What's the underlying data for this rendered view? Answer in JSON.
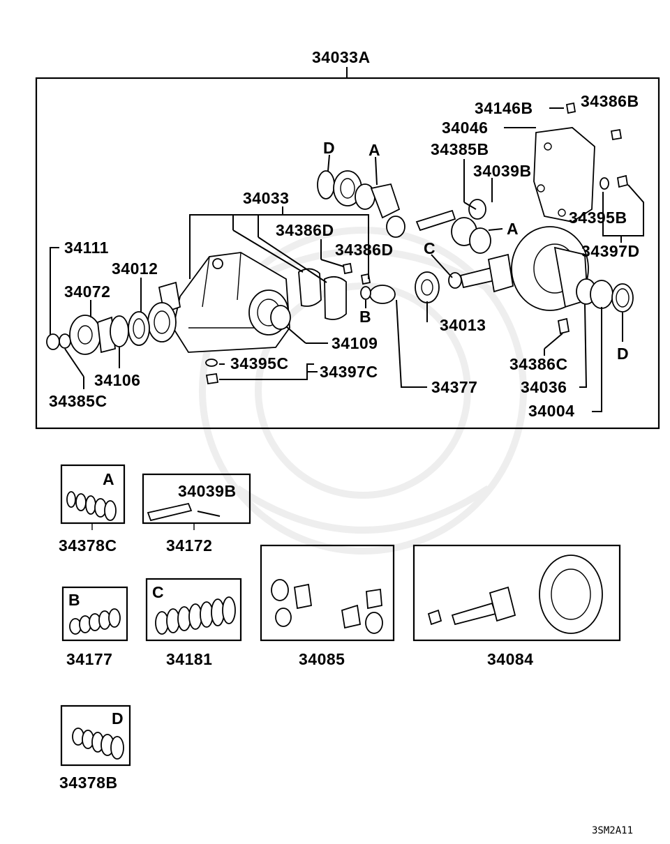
{
  "diagram": {
    "assembly_label": "34033A",
    "code": "3SM2A11",
    "labels": {
      "p34033": "34033",
      "p34111": "34111",
      "p34012": "34012",
      "p34072": "34072",
      "p34106": "34106",
      "p34385C": "34385C",
      "p34386D_a": "34386D",
      "p34386D_b": "34386D",
      "p34109": "34109",
      "p34395C": "34395C",
      "p34397C": "34397C",
      "p34377": "34377",
      "p34013": "34013",
      "p34146B": "34146B",
      "p34386B": "34386B",
      "p34046": "34046",
      "p34385B": "34385B",
      "p34039B": "34039B",
      "p34395B": "34395B",
      "p34397D": "34397D",
      "p34386C": "34386C",
      "p34036": "34036",
      "p34004": "34004"
    },
    "refs": {
      "D_top": "D",
      "A_top": "A",
      "A_mid": "A",
      "B_mid": "B",
      "C_mid": "C",
      "D_right": "D"
    },
    "kits": [
      {
        "ref": "A",
        "part": "34378C"
      },
      {
        "ref": "",
        "part": "34172",
        "inner": "34039B"
      },
      {
        "ref": "B",
        "part": "34177"
      },
      {
        "ref": "C",
        "part": "34181"
      },
      {
        "ref": "",
        "part": "34085"
      },
      {
        "ref": "",
        "part": "34084"
      },
      {
        "ref": "D",
        "part": "34378B"
      }
    ]
  }
}
